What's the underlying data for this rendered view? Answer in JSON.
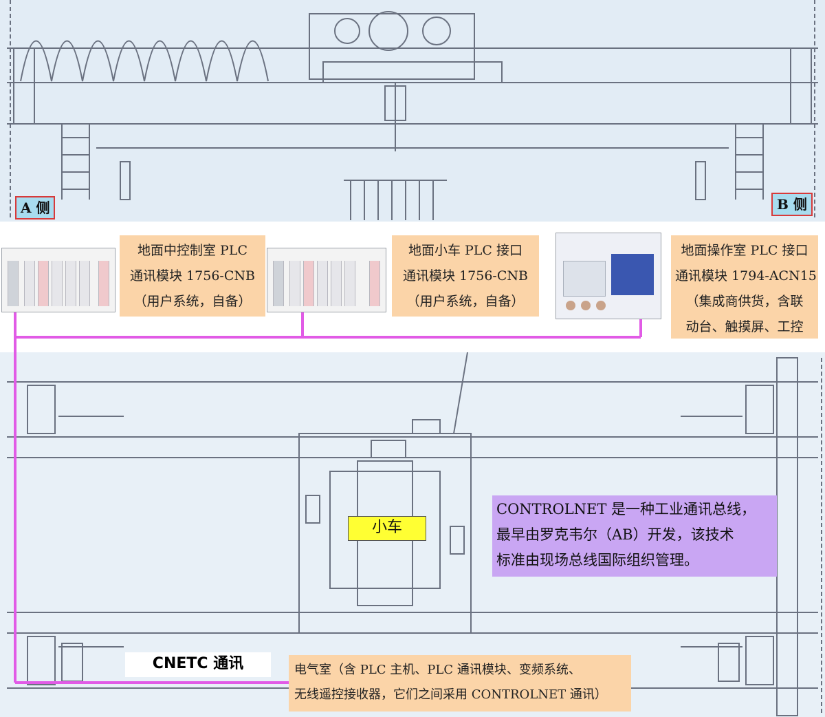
{
  "sides": {
    "a_label": "A 侧",
    "b_label": "B 侧"
  },
  "modules": [
    {
      "lines": [
        "地面中控制室 PLC",
        "通讯模块 1756-CNB",
        "（用户系统，自备）"
      ]
    },
    {
      "lines": [
        "地面小车 PLC 接口",
        "通讯模块 1756-CNB",
        "（用户系统，自备）"
      ]
    },
    {
      "lines": [
        "地面操作室 PLC 接口",
        "通讯模块 1794-ACN15",
        "（集成商供货，含联",
        "动台、触摸屏、工控"
      ]
    }
  ],
  "trolley_label": "小车",
  "note": {
    "lines": [
      "CONTROLNET 是一种工业通讯总线，",
      "最早由罗克韦尔（AB）开发，该技术",
      "标准由现场总线国际组织管理。"
    ]
  },
  "bus_label": "CNETC 通讯",
  "electrical_room": {
    "lines": [
      "电气室（含 PLC 主机、PLC 通讯模块、变频系统、",
      "无线遥控接收器，它们之间采用 CONTROLNET 通讯）"
    ]
  },
  "colors": {
    "bus_line": "#e15be6",
    "label_bg": "#fbd4a8",
    "note_bg": "#c9a6f3",
    "trolley_tag_bg": "#ffff33",
    "side_tag_bg": "#a8dcef",
    "side_tag_border": "#d83a3a"
  }
}
